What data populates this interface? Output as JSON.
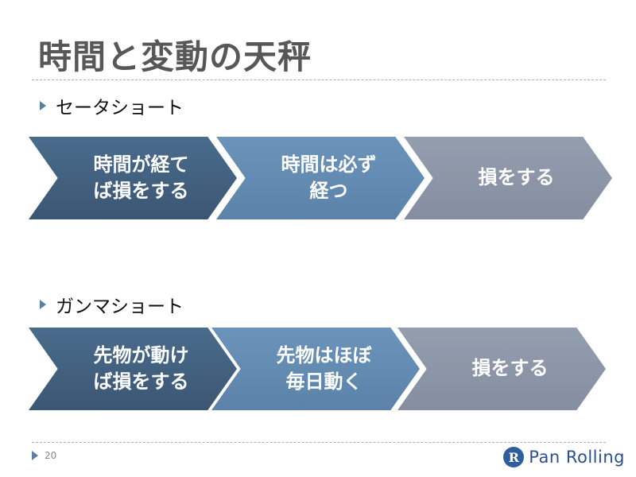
{
  "slide": {
    "title": "時間と変動の天秤",
    "page_number": "20"
  },
  "sections": [
    {
      "heading": "セータショート",
      "steps": [
        {
          "line1": "時間が経て",
          "line2": "ば損をする"
        },
        {
          "line1": "時間は必ず",
          "line2": "経つ"
        },
        {
          "line1": "損をする",
          "line2": ""
        }
      ]
    },
    {
      "heading": "ガンマショート",
      "steps": [
        {
          "line1": "先物が動け",
          "line2": "ば損をする"
        },
        {
          "line1": "先物はほぼ",
          "line2": "毎日動く"
        },
        {
          "line1": "損をする",
          "line2": ""
        }
      ]
    }
  ],
  "logo": {
    "mark": "R",
    "name": "Pan Rolling"
  },
  "colors": {
    "step1": "#3f5e7d",
    "step2": "#5e87ae",
    "step3": "#8891a3",
    "accent": "#5b7f9e"
  },
  "icons": [
    "bullet-triangle-icon",
    "pan-rolling-logo-icon"
  ]
}
